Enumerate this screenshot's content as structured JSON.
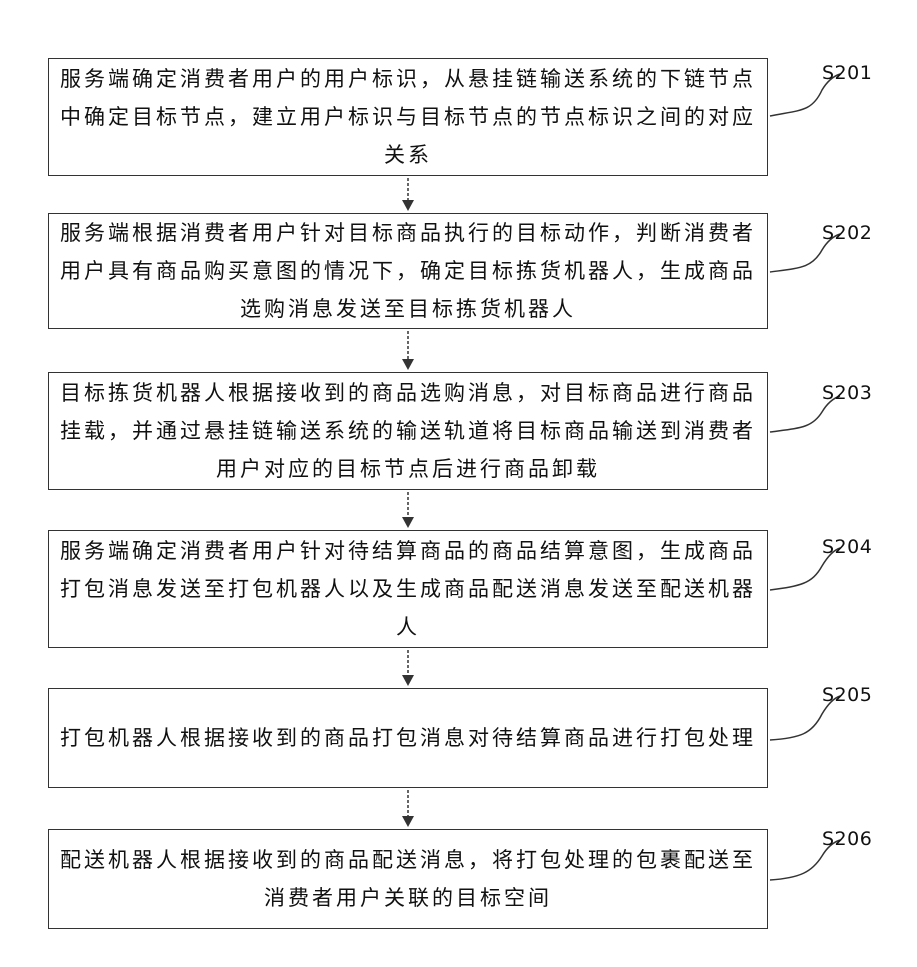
{
  "steps": [
    {
      "id": "S201",
      "text": "服务端确定消费者用户的用户标识，从悬挂链输送系统的下链节点中确定目标节点，建立用户标识与目标节点的节点标识之间的对应关系"
    },
    {
      "id": "S202",
      "text": "服务端根据消费者用户针对目标商品执行的目标动作，判断消费者用户具有商品购买意图的情况下，确定目标拣货机器人，生成商品选购消息发送至目标拣货机器人"
    },
    {
      "id": "S203",
      "text": "目标拣货机器人根据接收到的商品选购消息，对目标商品进行商品挂载，并通过悬挂链输送系统的输送轨道将目标商品输送到消费者用户对应的目标节点后进行商品卸载"
    },
    {
      "id": "S204",
      "text": "服务端确定消费者用户针对待结算商品的商品结算意图，生成商品打包消息发送至打包机器人以及生成商品配送消息发送至配送机器人"
    },
    {
      "id": "S205",
      "text": "打包机器人根据接收到的商品打包消息对待结算商品进行打包处理"
    },
    {
      "id": "S206",
      "text": "配送机器人根据接收到的商品配送消息，将打包处理的包裹配送至消费者用户关联的目标空间"
    }
  ]
}
